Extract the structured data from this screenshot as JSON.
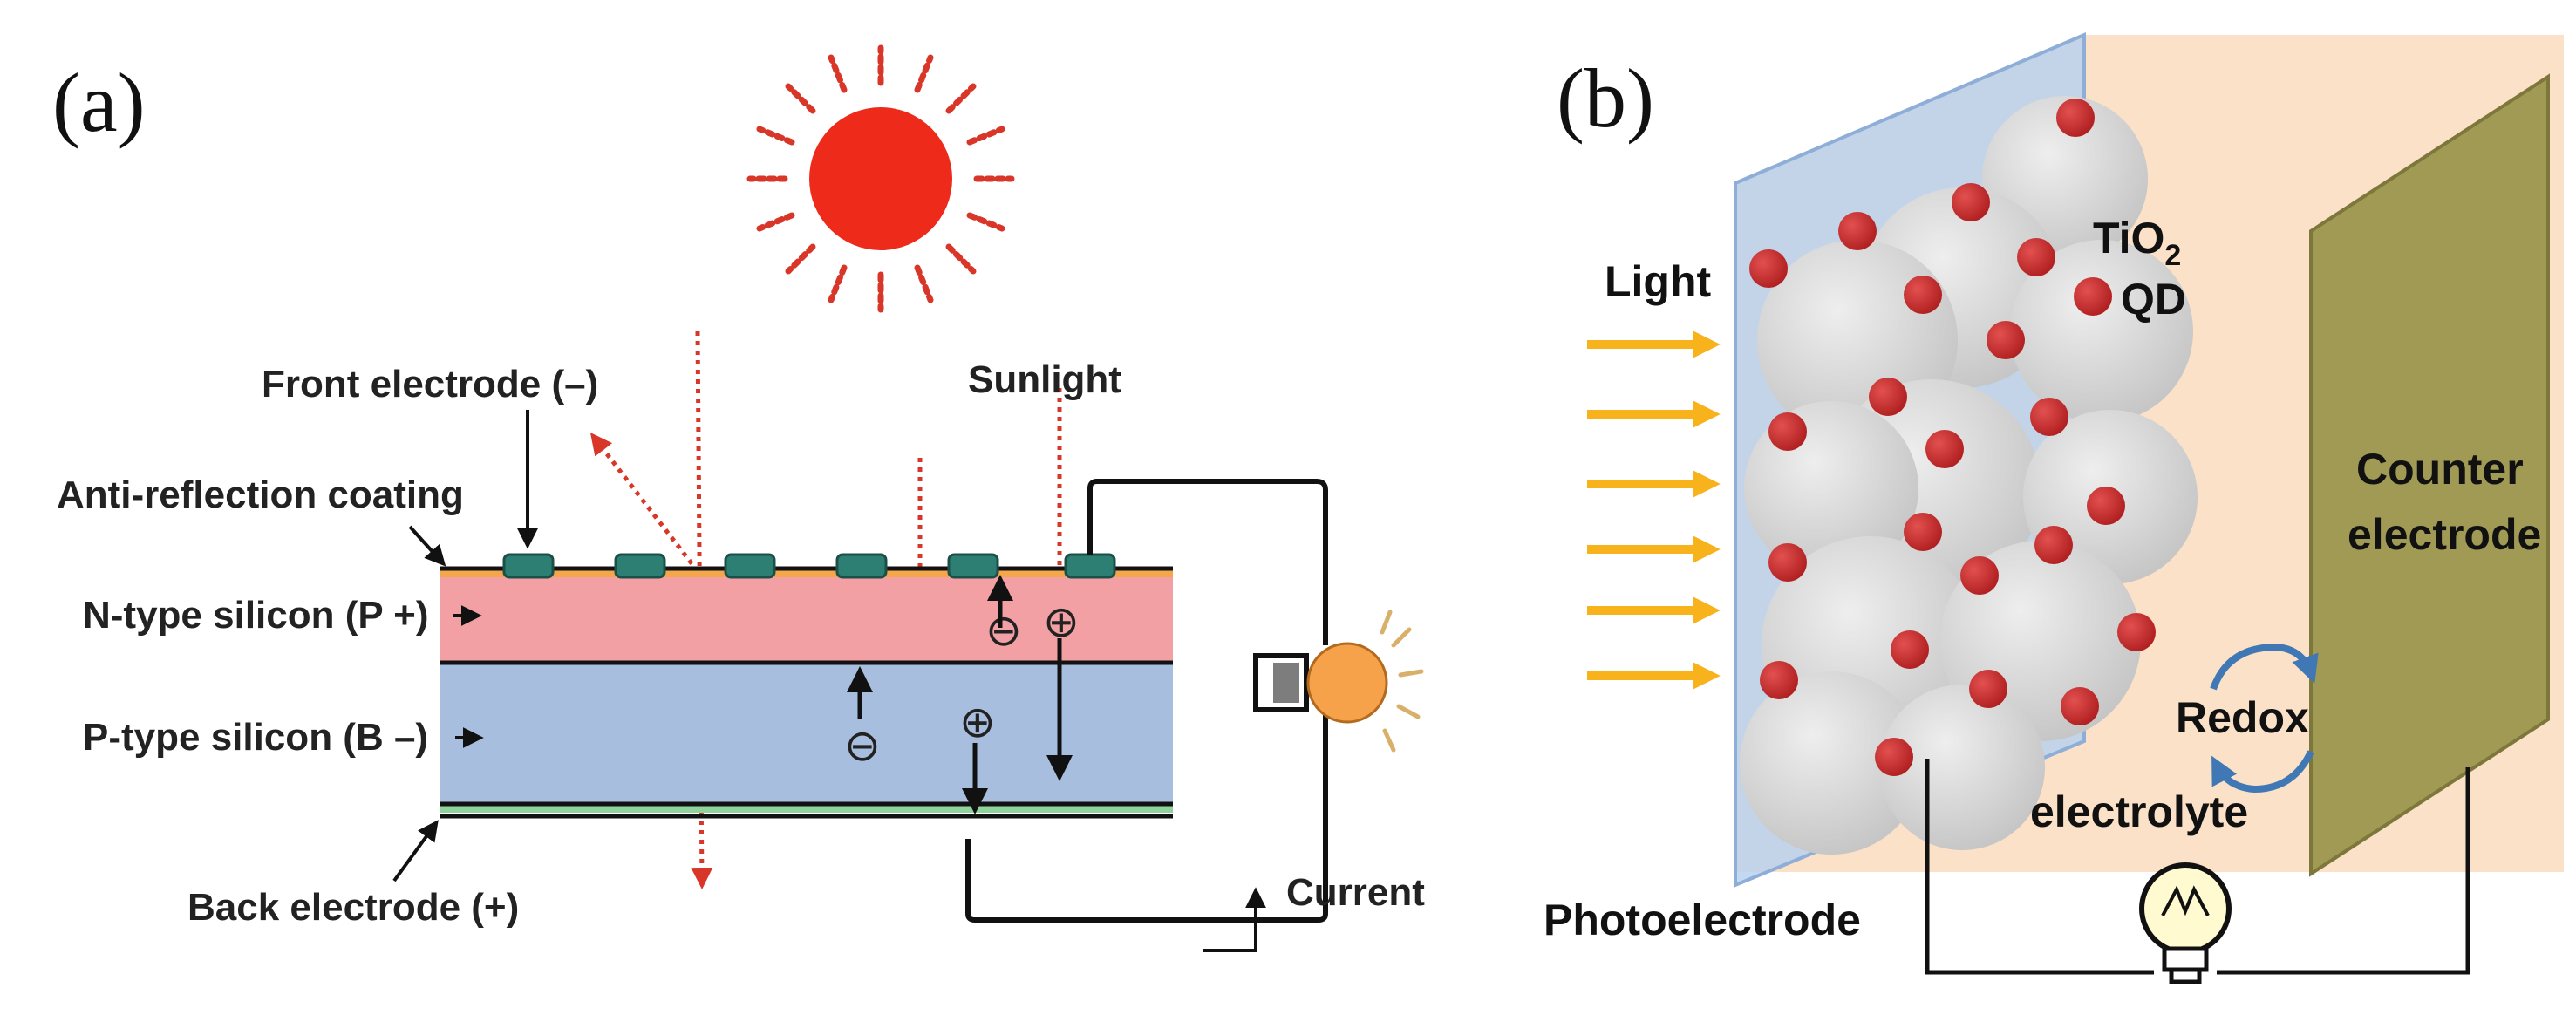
{
  "panel_a": {
    "label": "(a)",
    "front_electrode": "Front electrode (–)",
    "anti_reflection": "Anti-reflection coating",
    "n_type": "N-type silicon (P +)",
    "p_type": "P-type silicon (B –)",
    "back_electrode": "Back electrode (+)",
    "sunlight": "Sunlight",
    "current": "Current",
    "minus": "⊖",
    "plus": "⊕"
  },
  "panel_b": {
    "label": "(b)",
    "light": "Light",
    "tio2": "TiO",
    "tio2_sub": "2",
    "qd": "QD",
    "counter_1": "Counter",
    "counter_2": "electrode",
    "redox": "Redox",
    "electrolyte": "electrolyte",
    "photoelectrode": "Photoelectrode"
  },
  "colors": {
    "sun": "#ee2a1b",
    "sun_rays": "#d9362a",
    "n_layer": "#f2a0a4",
    "p_layer": "#a8bedf",
    "electrode_pad": "#2e7f73",
    "arc_coating": "#f3a64a",
    "back_green": "#8fd29b",
    "bulb": "#f5a24b",
    "light_arrows": "#f7b21c",
    "glass": "#b8d1ef",
    "electrolyte": "#fbe1c7",
    "counter": "#a09a55",
    "qd": "#c82c2c",
    "tio2": "#d4d4d4",
    "redox_arrows": "#3f78b4"
  }
}
